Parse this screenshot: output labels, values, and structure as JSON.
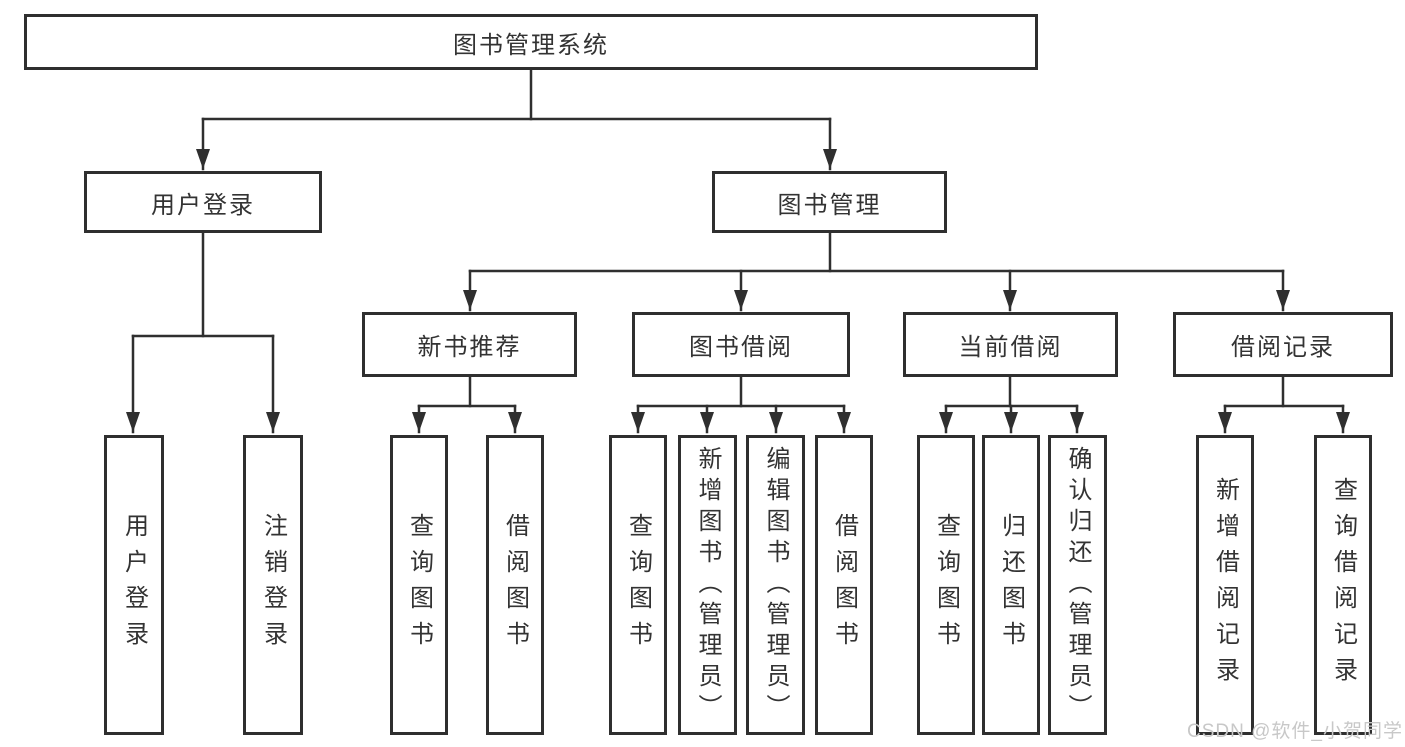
{
  "tree": {
    "root": {
      "label": "图书管理系统"
    },
    "branches": [
      {
        "label": "用户登录",
        "children": [
          {
            "label": "用户登录"
          },
          {
            "label": "注销登录"
          }
        ]
      },
      {
        "label": "图书管理",
        "children": [
          {
            "label": "新书推荐",
            "children": [
              {
                "label": "查询图书"
              },
              {
                "label": "借阅图书"
              }
            ]
          },
          {
            "label": "图书借阅",
            "children": [
              {
                "label": "查询图书"
              },
              {
                "label": "新增图书（管理员）"
              },
              {
                "label": "编辑图书（管理员）"
              },
              {
                "label": "借阅图书"
              }
            ]
          },
          {
            "label": "当前借阅",
            "children": [
              {
                "label": "查询图书"
              },
              {
                "label": "归还图书"
              },
              {
                "label": "确认归还（管理员）"
              }
            ]
          },
          {
            "label": "借阅记录",
            "children": [
              {
                "label": "新增借阅记录"
              },
              {
                "label": "查询借阅记录"
              }
            ]
          }
        ]
      }
    ]
  },
  "watermark": {
    "text": "CSDN @软件_小贺同学"
  },
  "colors": {
    "line": "#2f2f2f",
    "text": "#333333",
    "background": "#ffffff",
    "watermark": "#c8c8c8"
  }
}
